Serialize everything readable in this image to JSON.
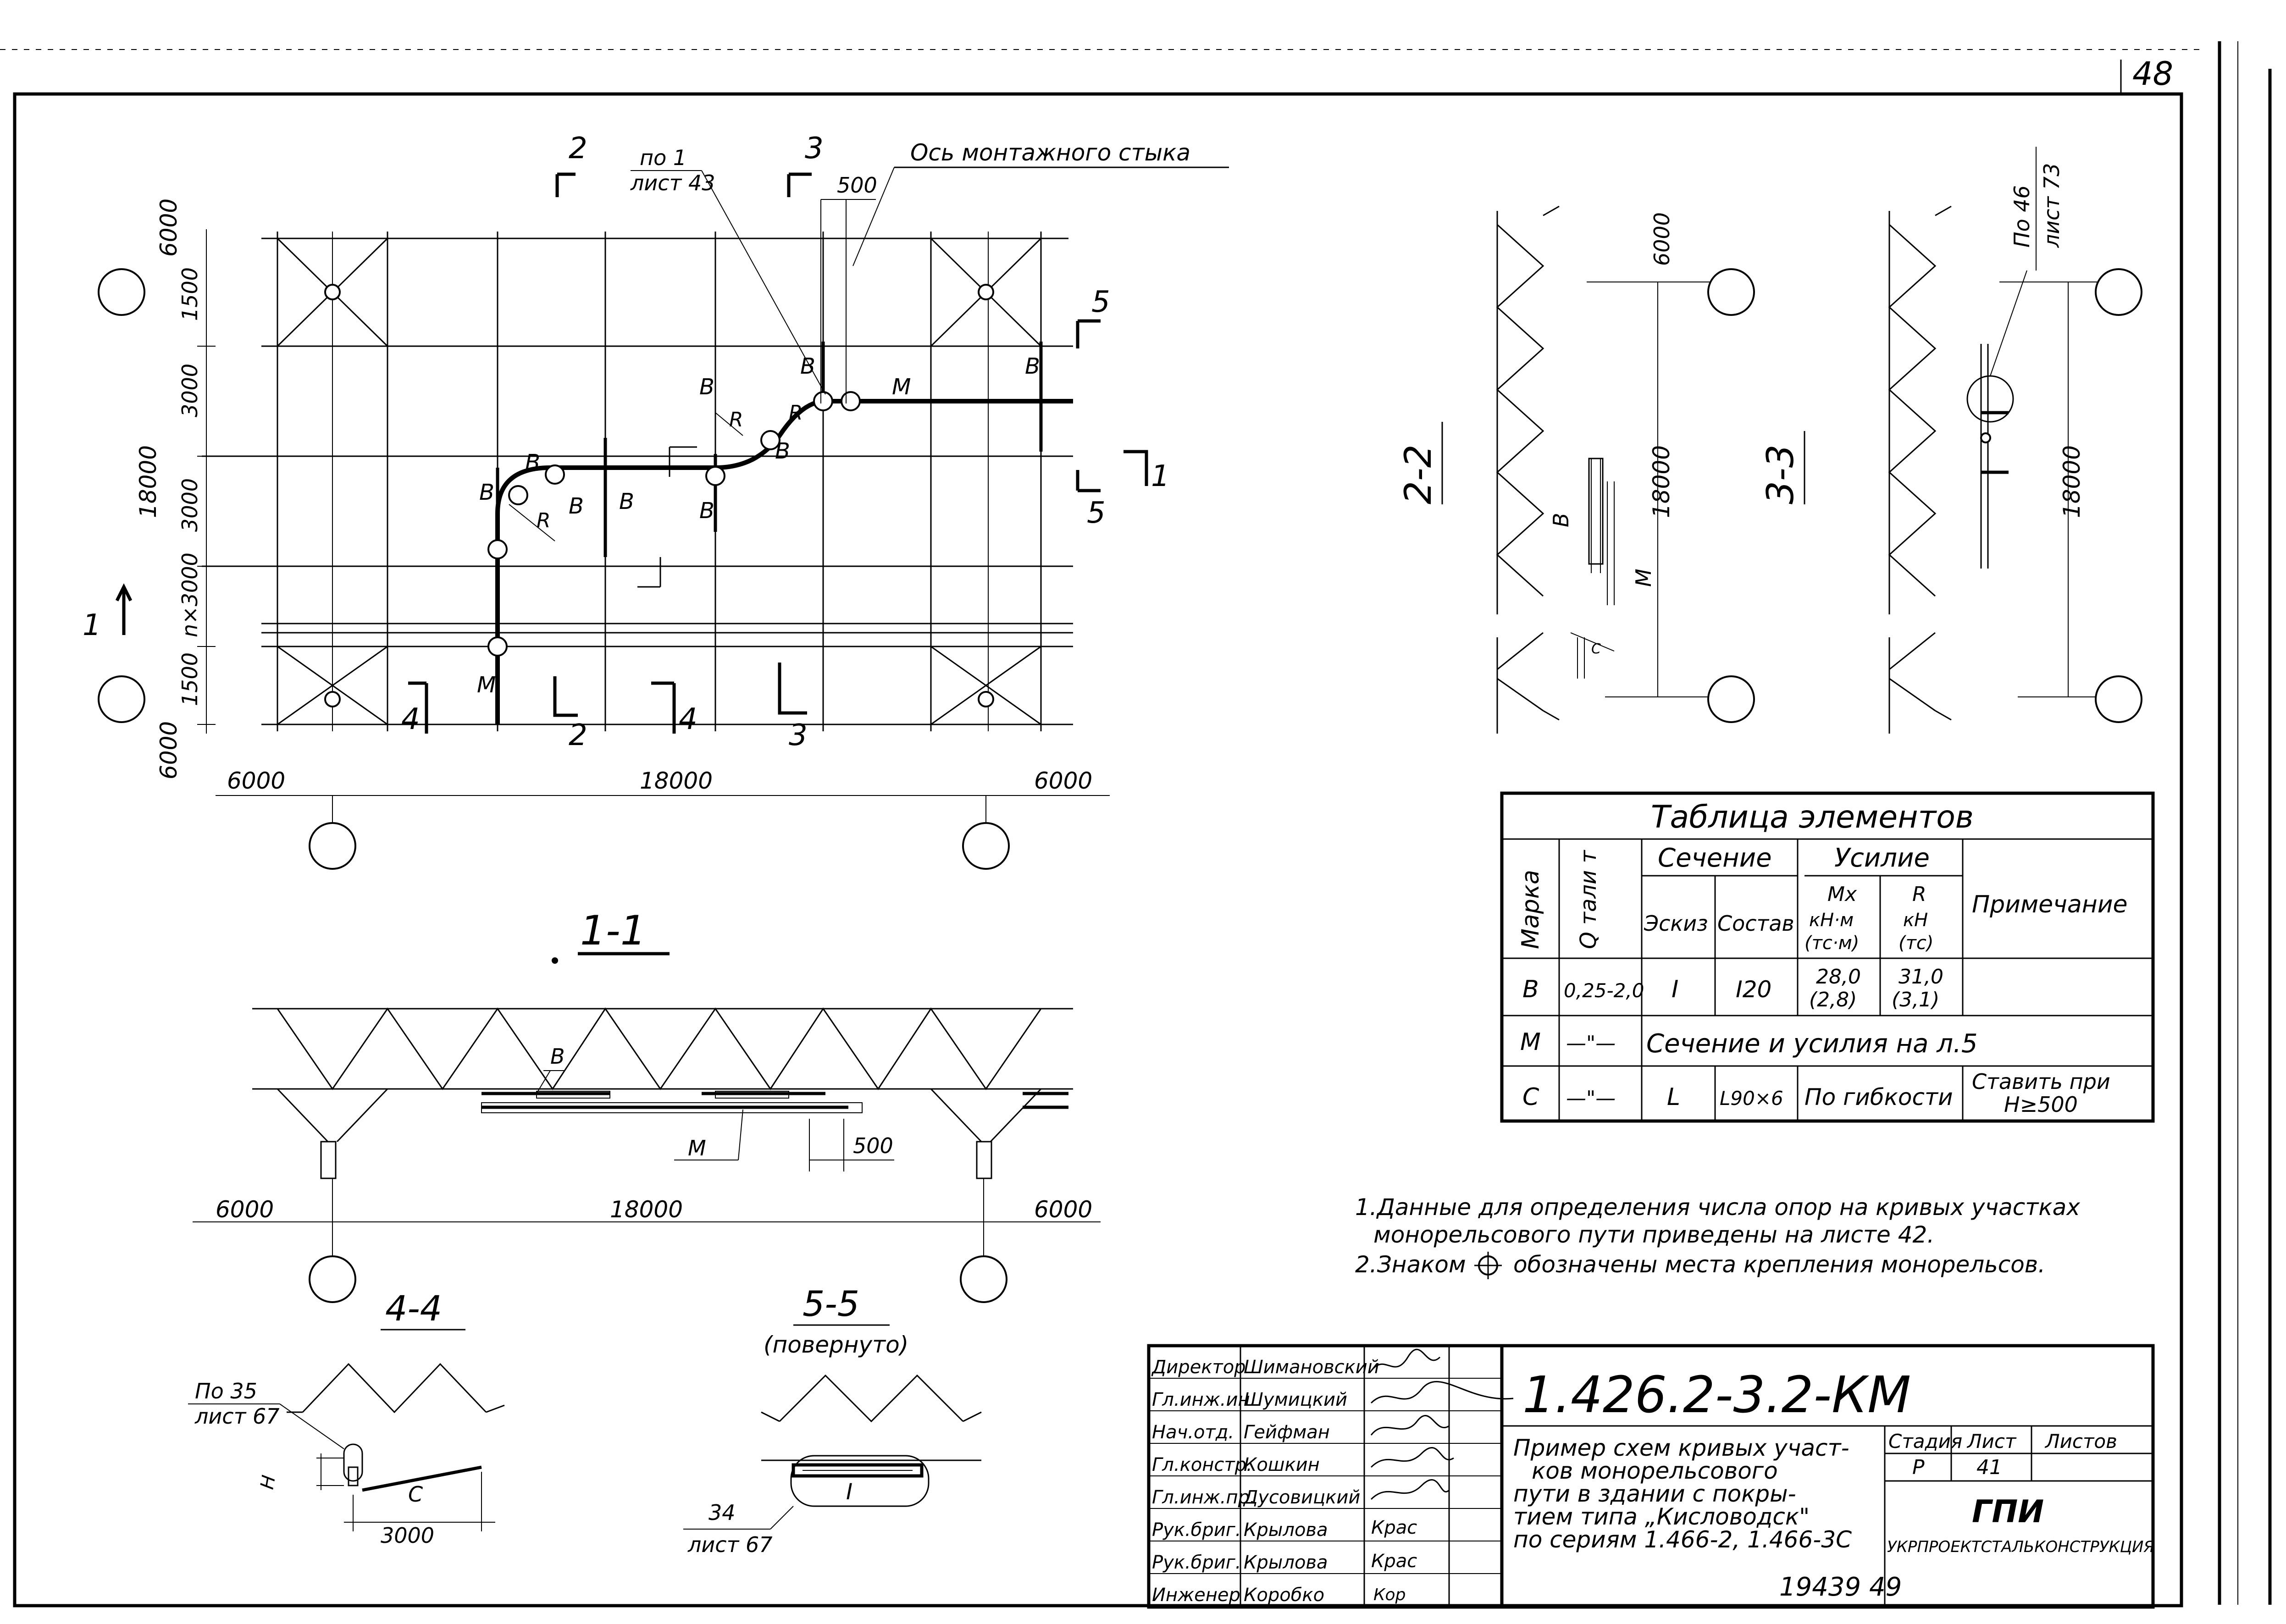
{
  "page_number": "48",
  "plan": {
    "axis_note": "Ось монтажного стыка",
    "ref1_top": "по 1",
    "ref1_bottom": "лист 43",
    "dim_500_top": "500",
    "dims_left": [
      "6000",
      "1500",
      "3000",
      "18000",
      "3000",
      "n×3000",
      "1500",
      "6000"
    ],
    "dims_bottom": [
      "6000",
      "18000",
      "6000"
    ],
    "labels": {
      "B": "В",
      "M": "М",
      "R": "R"
    },
    "cuts": {
      "c1": "1",
      "c2": "2",
      "c3": "3",
      "c4": "4",
      "c5": "5"
    }
  },
  "section_2_2": {
    "title": "2-2",
    "dim_top": "6000",
    "dim_main": "18000",
    "label_B": "В",
    "label_M": "М",
    "label_C": "С"
  },
  "section_3_3": {
    "title": "3-3",
    "dim_main": "18000",
    "ref_top": "По 46",
    "ref_bottom": "лист 73"
  },
  "section_1_1": {
    "title": "1-1",
    "label_B": "В",
    "label_M": "М",
    "dim_500": "500",
    "dims": [
      "6000",
      "18000",
      "6000"
    ]
  },
  "section_4_4": {
    "title": "4-4",
    "ref_top": "По 35",
    "ref_bottom": "лист 67",
    "label_H": "H",
    "label_C": "С",
    "dim": "3000"
  },
  "section_5_5": {
    "title": "5-5",
    "subtitle": "(повернуто)",
    "ref_top": "34",
    "ref_bottom": "лист 67"
  },
  "table": {
    "title": "Таблица элементов",
    "headers": {
      "marka": "Марка",
      "q": "Q тали т",
      "section": "Сечение",
      "force": "Усилие",
      "sketch": "Эскиз",
      "composition": "Состав",
      "mx_1": "Mx",
      "mx_2": "кН·м",
      "mx_3": "(тс·м)",
      "r_1": "R",
      "r_2": "кН",
      "r_3": "(тс)",
      "note": "Примечание"
    },
    "rows": [
      {
        "marka": "В",
        "q": "0,25-2,0",
        "sketch": "I",
        "comp": "I20",
        "mx_1": "28,0",
        "mx_2": "(2,8)",
        "r_1": "31,0",
        "r_2": "(3,1)",
        "note": ""
      },
      {
        "marka": "М",
        "q": "—\"—",
        "merged": "Сечение и усилия на л.5"
      },
      {
        "marka": "С",
        "q": "—\"—",
        "sketch": "L",
        "comp": "L90×6",
        "force": "По гибкости",
        "note_1": "Ставить при",
        "note_2": "H≥500"
      }
    ]
  },
  "notes": [
    "1.Данные для определения числа опор на кривых участках",
    "монорельсового пути приведены на листе 42.",
    "2.Знаком",
    "обозначены места крепления монорельсов."
  ],
  "title_block": {
    "code": "1.426.2-3.2-КМ",
    "description": [
      "Пример схем кривых участ-",
      "ков монорельсового",
      "пути в здании с покры-",
      "тием типа „Кисловодск\"",
      "по сериям 1.466-2, 1.466-3С"
    ],
    "stage_label": "Стадия",
    "sheet_label": "Лист",
    "sheets_label": "Листов",
    "stage": "Р",
    "sheet": "41",
    "org_name": "ГПИ",
    "org_full": "УКРПРОЕКТСТАЛЬКОНСТРУКЦИЯ",
    "staff": [
      {
        "role": "Директор",
        "name": "Шимановский"
      },
      {
        "role": "Гл.инж.ин.",
        "name": "Шумицкий"
      },
      {
        "role": "Нач.отд.",
        "name": "Гейфман"
      },
      {
        "role": "Гл.констр.",
        "name": "Кошкин"
      },
      {
        "role": "Гл.инж.пр.",
        "name": "Дусовицкий"
      },
      {
        "role": "Рук.бриг.",
        "name": "Крылова"
      },
      {
        "role": "Рук.бриг.",
        "name": "Крылова"
      },
      {
        "role": "Инженер",
        "name": "Коробко"
      }
    ],
    "signatures": [
      "Крас",
      "Крас",
      "Кор"
    ]
  },
  "stamp_number": "19439  49"
}
